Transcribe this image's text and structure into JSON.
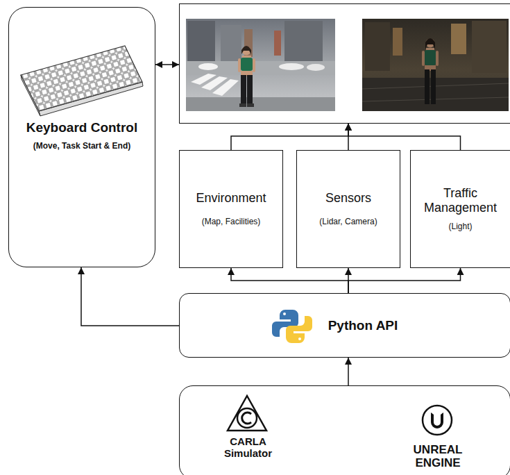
{
  "diagram": {
    "nodes": [
      {
        "text": [
          "Keyboard Control",
          "(Move, Task Start & End)"
        ]
      },
      {
        "text": []
      },
      {
        "text": [
          "Environment",
          "(Map, Facilities)"
        ]
      },
      {
        "text": [
          "Sensors",
          "(Lidar, Camera)"
        ]
      },
      {
        "text": [
          "Traffic Management",
          "(Light)"
        ]
      },
      {
        "text": [
          "Python API"
        ]
      },
      {
        "text": [
          "CARLA Simulator",
          "UNREAL ENGINE"
        ]
      }
    ],
    "edges": [
      {
        "from": 0,
        "to": 1,
        "arrow": "both"
      },
      {
        "from": 2,
        "to": 1,
        "arrow": "to"
      },
      {
        "from": 3,
        "to": 1,
        "arrow": "to"
      },
      {
        "from": 4,
        "to": 1,
        "arrow": "to"
      },
      {
        "from": 5,
        "to": 2,
        "arrow": "to"
      },
      {
        "from": 5,
        "to": 3,
        "arrow": "to"
      },
      {
        "from": 5,
        "to": 4,
        "arrow": "to"
      },
      {
        "from": 5,
        "to": 0,
        "arrow": "to"
      },
      {
        "from": 6,
        "to": 5,
        "arrow": "to"
      }
    ]
  }
}
